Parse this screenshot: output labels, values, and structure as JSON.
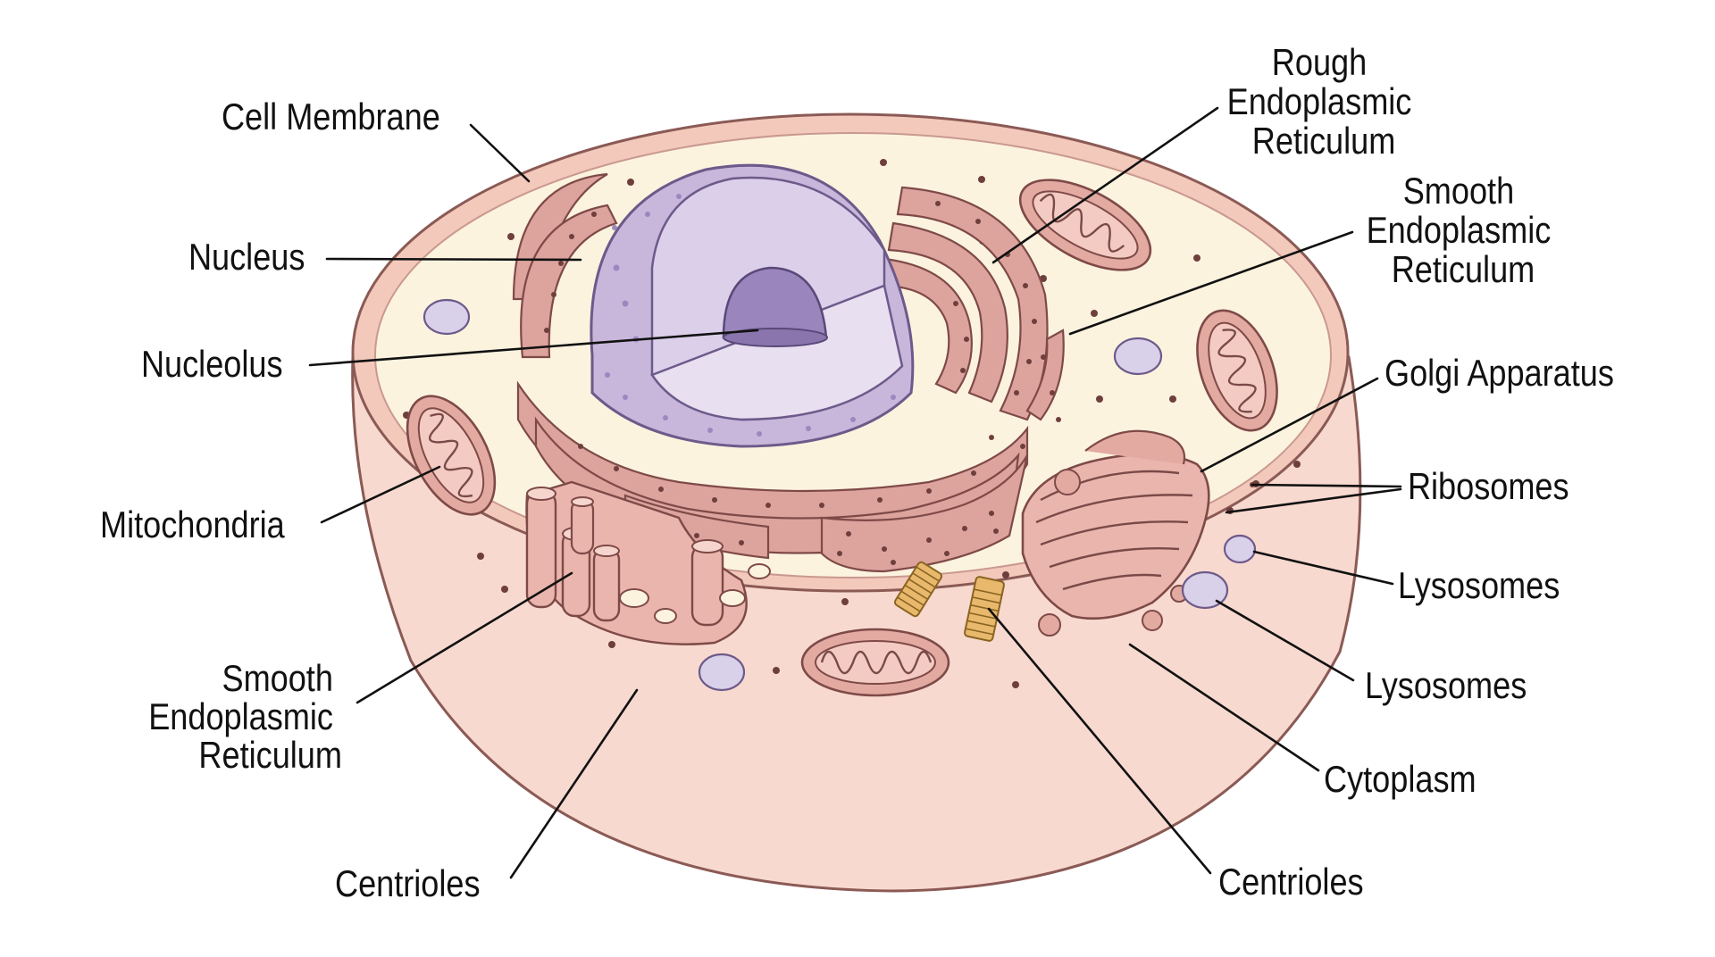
{
  "diagram": {
    "labels": {
      "cell_membrane": [
        "Cell Membrane"
      ],
      "nucleus": [
        "Nucleus"
      ],
      "nucleolus": [
        "Nucleolus"
      ],
      "mitochondria": [
        "Mitochondria"
      ],
      "smooth_er_left": [
        "Smooth",
        "Endoplasmic",
        "Reticulum"
      ],
      "centrioles_left": [
        "Centrioles"
      ],
      "rough_er": [
        "Rough",
        "Endoplasmic",
        "Reticulum"
      ],
      "smooth_er_right": [
        "Smooth",
        "Endoplasmic",
        "Reticulum"
      ],
      "golgi_apparatus": [
        "Golgi Apparatus"
      ],
      "ribosomes": [
        "Ribosomes"
      ],
      "lysosomes_upper": [
        "Lysosomes"
      ],
      "lysosomes_lower": [
        "Lysosomes"
      ],
      "cytoplasm": [
        "Cytoplasm"
      ],
      "centrioles_right": [
        "Centrioles"
      ]
    },
    "colors": {
      "outer_wall": "#f7d9cf",
      "membrane_stroke": "#8b5a55",
      "cytoplasm": "#fcf3df",
      "nucleus_outer": "#c8b7db",
      "nucleus_inner": "#e3d9ee",
      "nucleolus": "#9a86bd",
      "organelle_pink": "#e3aaa2",
      "organelle_dark": "#7e4a47",
      "lysosome": "#d9d0e9",
      "centriole": "#e8b86d"
    }
  }
}
